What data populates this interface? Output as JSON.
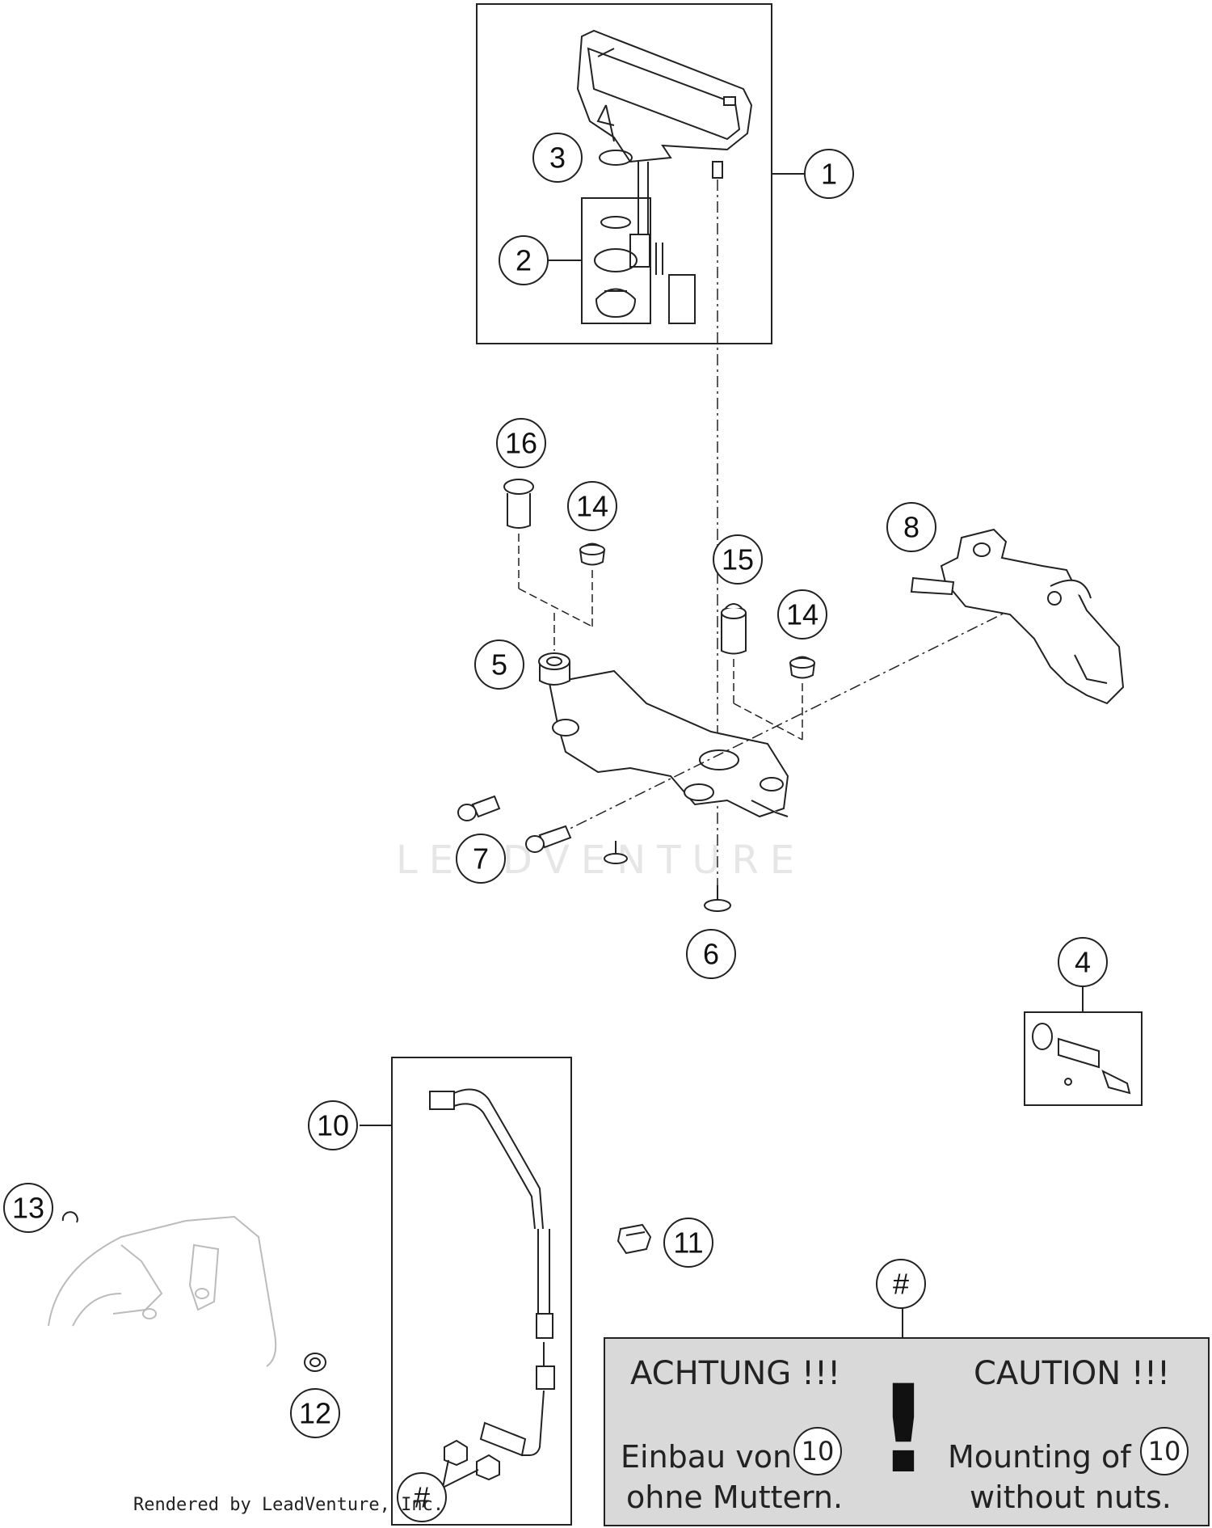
{
  "callouts": {
    "c1": "1",
    "c2": "2",
    "c3": "3",
    "c4": "4",
    "c5": "5",
    "c6": "6",
    "c7": "7",
    "c8": "8",
    "c10": "10",
    "c11": "11",
    "c12": "12",
    "c13": "13",
    "c14a": "14",
    "c14b": "14",
    "c15": "15",
    "c16": "16",
    "hash_top": "#",
    "hash_bottom": "#"
  },
  "note": {
    "title_de": "ACHTUNG !!!",
    "title_en": "CAUTION !!!",
    "line1_de": "Einbau von",
    "line2_de": "ohne Muttern.",
    "line1_en": "Mounting of",
    "line2_en": "without nuts.",
    "ref_de": "10",
    "ref_en": "10",
    "exclamation": "!"
  },
  "watermark": "LEADVENTURE",
  "credit": "Rendered by LeadVenture, Inc.",
  "colors": {
    "line": "#222222",
    "note_fill": "#d9d9d9",
    "watermark": "#e6e6e6"
  }
}
